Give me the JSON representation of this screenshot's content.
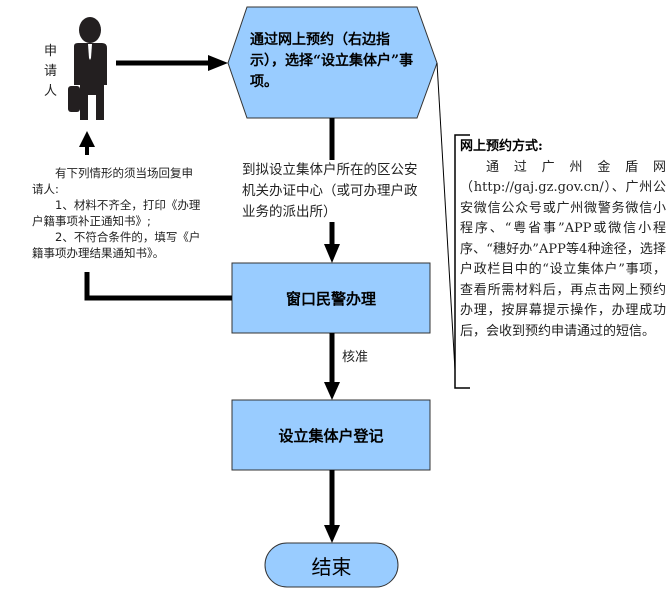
{
  "colors": {
    "box_fill": "#99ccff",
    "box_stroke": "#333333",
    "arrow": "#000000"
  },
  "applicant": {
    "label": "申\n请\n人",
    "icon": "businessman-icon"
  },
  "steps": {
    "online": "通过网上预约（右边指示），选择“设立集体户”事项。",
    "go_to_office": "到拟设立集体户所在的区公安机关办证中心（或可办理户政业务的派出所）",
    "window": "窗口民警办理",
    "approve_label": "核准",
    "register": "设立集体户登记",
    "end": "结束"
  },
  "return_note": {
    "intro": "有下列情形的须当场回复申请人:",
    "item1": "1、材料不齐全，打印《办理户籍事项补正通知书》;",
    "item2": "2、不符合条件的，填写《户籍事项办理结果通知书》。"
  },
  "callout": {
    "title": "网上预约方式:",
    "body": "通过广州金盾网（http://gaj.gz.gov.cn/）、广州公安微信公众号或广州微警务微信小程序、“粤省事”APP或微信小程序、“穗好办”APP等4种途径，选择户政栏目中的“设立集体户”事项，查看所需材料后，再点击网上预约办理，按屏幕提示操作，办理成功后，会收到预约申请通过的短信。"
  }
}
